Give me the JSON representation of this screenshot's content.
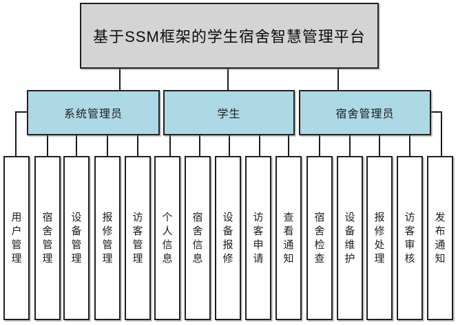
{
  "diagram": {
    "title": "基于SSM框架的学生宿舍智慧管理平台",
    "roles": [
      {
        "label": "系统管理员",
        "children": [
          "用户管理",
          "宿舍管理",
          "设备管理",
          "报修管理",
          "访客管理"
        ]
      },
      {
        "label": "学生",
        "children": [
          "个人信息",
          "宿舍信息",
          "设备报修",
          "访客申请",
          "查看通知"
        ]
      },
      {
        "label": "宿舍管理员",
        "children": [
          "宿舍检查",
          "设备维护",
          "报修处理",
          "访客审核",
          "发布通知"
        ]
      }
    ],
    "colors": {
      "root_fill": "#d4d4d4",
      "role_fill": "#add8e6",
      "leaf_fill": "#ffffff",
      "line": "#1a1a1a",
      "background": "#ffffff"
    }
  }
}
